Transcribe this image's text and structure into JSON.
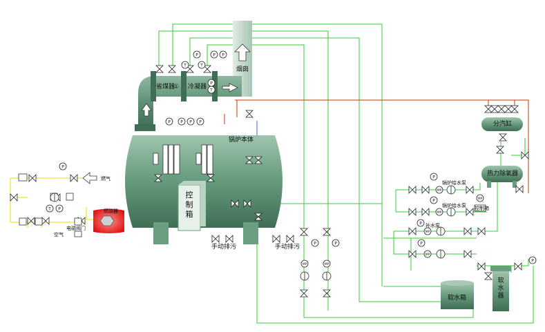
{
  "labels": {
    "economizer": "省煤器",
    "condenser": "冷凝器",
    "chimney": "烟囱",
    "boiler_body": "锅炉本体",
    "control_box": "控制箱",
    "steam_header": "分汽缸",
    "deaerator": "热力除氧器",
    "softened_tank": "软水箱",
    "softener": "软水器",
    "manual_blowdown_1": "手动排污",
    "manual_blowdown_2": "手动排污",
    "burner": "燃烧器",
    "gas_in": "燃气",
    "gas_valve": "电磁阀门",
    "air": "空气",
    "pump_a": "锅炉给水泵",
    "pump_b": "锅炉给水泵",
    "pump_c": "补水泵",
    "mp_box": "控制箱",
    "econ_marker": "①",
    "gauge_p": "P",
    "gauge_t": "T",
    "gauge_mp": "MP"
  },
  "colors": {
    "equipment": "#6a9e80",
    "equipment_dark": "#3f6e55",
    "water_line": "#33cc33",
    "steam_line": "#cc3300",
    "gas_line": "#e8e000",
    "burner": "#ff2020",
    "chimney": "#c8dccf"
  }
}
